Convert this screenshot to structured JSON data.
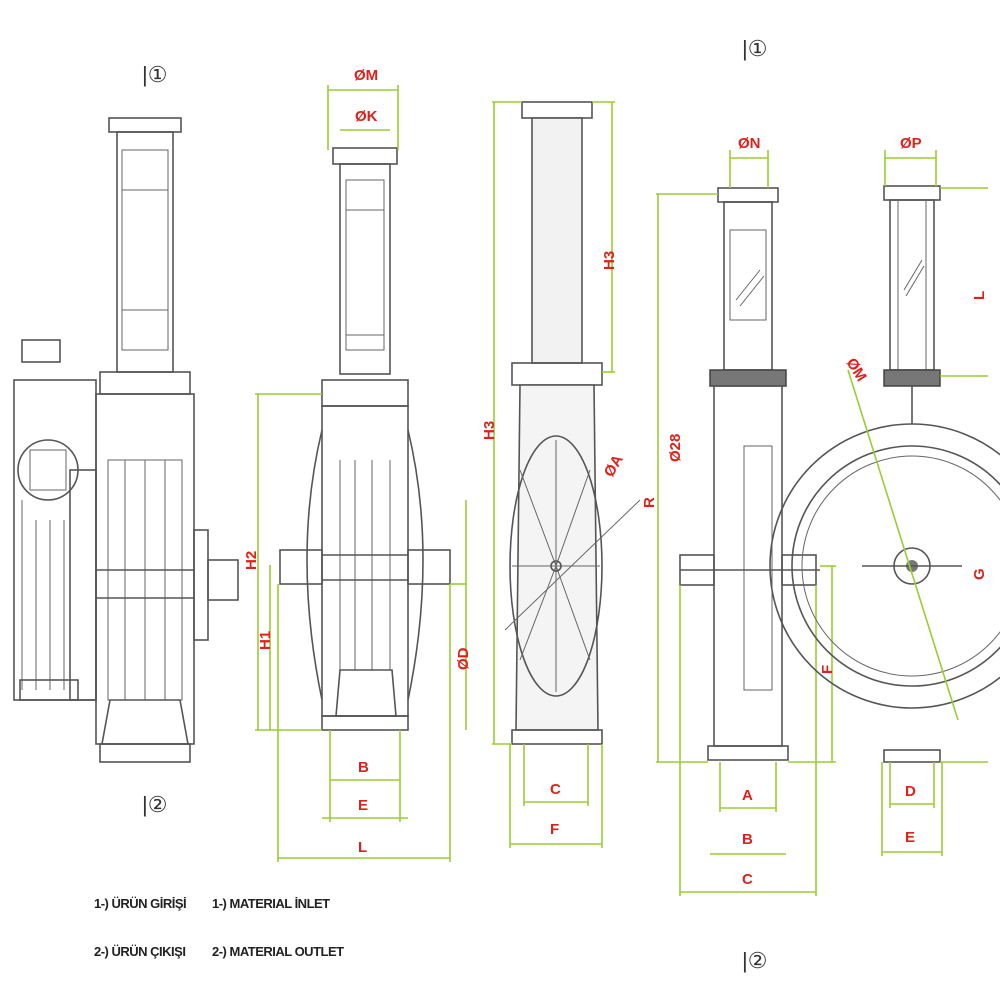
{
  "markers": {
    "inlet_left": "|①",
    "outlet_left": "|②",
    "inlet_right": "|①",
    "outlet_right": "|②"
  },
  "dimensions": {
    "view2": {
      "m": "ØM",
      "k": "ØK",
      "h2": "H2",
      "h1": "H1",
      "d": "ØD",
      "b": "B",
      "e": "E",
      "l": "L"
    },
    "view3": {
      "h3_upper": "H3",
      "h3_total": "H3",
      "a": "ØA",
      "c": "C",
      "f": "F"
    },
    "view4": {
      "n": "ØN",
      "r": "R",
      "s": "Ø28",
      "f": "F",
      "a": "A",
      "b": "B",
      "c": "C"
    },
    "view5": {
      "p": "ØP",
      "l": "L",
      "m": "ØM",
      "g": "G",
      "d": "D",
      "e": "E"
    }
  },
  "legend": {
    "tr": [
      "1-) ÜRÜN GİRİŞİ",
      "2-) ÜRÜN ÇIKIŞI"
    ],
    "en": [
      "1-) MATERIAL İNLET",
      "2-) MATERIAL OUTLET"
    ]
  }
}
